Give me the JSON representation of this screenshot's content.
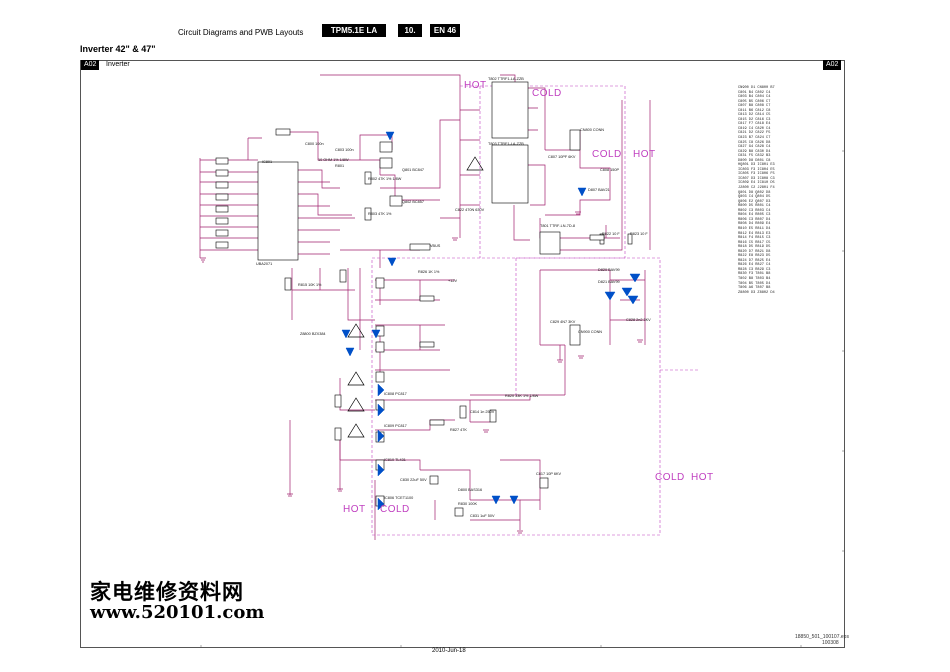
{
  "header": {
    "section": "Circuit Diagrams and PWB Layouts",
    "chassis": "TPM5.1E LA",
    "chapter": "10.",
    "language": "EN 46"
  },
  "subtitle": "Inverter 42\" & 47\"",
  "frame": {
    "tag_left": "A02",
    "title": "Inverter",
    "tag_right": "A02"
  },
  "zones": {
    "hot_top": "HOT",
    "cold_top": "COLD",
    "cold_mid": "COLD",
    "hot_mid": "HOT",
    "hot_bottom": "HOT",
    "cold_bottom": "COLD",
    "cold_right": "COLD",
    "hot_right": "HOT"
  },
  "watermark": {
    "chinese": "家电维修资料网",
    "url": "www.520101.com"
  },
  "footer": {
    "code": "18850_501_100107.eps",
    "number": "100308",
    "date": "2010-Jun-18"
  },
  "parts_list": [
    "CN900 D1  CN800 B7",
    "C801  B4  C802  C4",
    "C803  B4  C804  C4",
    "C805  B5  C806  C7",
    "C807  B8  C808  C7",
    "C811  B6  C812  C8",
    "C813  D2  C814  C5",
    "C815  D2  C816  C3",
    "C817  F7  C818  E4",
    "C819  C4  C820  C4",
    "C821  D2  C822  F5",
    "C823  B7  C824  C7",
    "C825  C8  C826  D8",
    "C827  G4  C828  C4",
    "C829  B8  C830  D4",
    "C831  F5  C832  B3",
    "D800  D8  D801  C8",
    "HQ801 D3  IC801 E3",
    "IC803 F3  IC804 E5",
    "IC805 F3  IC806 F5",
    "IC807 D3  IC808 C3",
    "IC809 E4  IC810 D5",
    "J2800 C2  J2801 F4",
    "Q801  D8  Q802  D8",
    "Q803  C4  Q804  D5",
    "Q806  E2  Q807  D3",
    "R800  D5  R801  C4",
    "R802  C3  R803  C4",
    "R804  E4  R805  C3",
    "R806  C3  R807  D4",
    "R808  D4  R809  E4",
    "R810  E5  R811  D4",
    "R812  E4  R813  E3",
    "R814  F4  R815  C3",
    "R816  C5  R817  C5",
    "R818  D5  R819  D5",
    "R820  D7  R821  D8",
    "R822  E8  R823  D5",
    "R824  D7  R825  E4",
    "R826  E4  R827  C4",
    "R828  C3  R829  C3",
    "R830  F3  T801  B8",
    "T802  B8  T803  B4",
    "T804  B5  T805  D4",
    "T806  A6  T807  B8",
    "Z8800 D3  Z8802 D4"
  ],
  "schematic_labels": [
    "T802 TTRF1-LA-ZZB",
    "T803 TTRF1-LA-ZZB",
    "IC801",
    "UBA2071",
    "C800 100n",
    "C803 100n",
    "10 OHM 1% 1/8W",
    "R801",
    "R802 47K 1% 1/8W",
    "Q801 BC847",
    "Q802 BC857",
    "R803 47K 1%",
    "C822 470N 630V",
    "CN800 CONN",
    "CN900 CONN",
    "C807 10PF 6KV",
    "D807 BAV21",
    "C808 150P",
    "T801 TTRF-LN-7D-8",
    "R822 10 F",
    "R823 10 F",
    "D820 BAV99",
    "D821 BAV99",
    "C828 2n2 3KV",
    "C829 4N7 3KV",
    "R815 10K 1%",
    "R826 1K 1%",
    "IC808 PC817",
    "IC809 PC817",
    "Z8800 BZX384",
    "IC810 TL431",
    "C830 22uF 50V",
    "C831 1uF 50V",
    "D800 BAS316",
    "R830 100K",
    "IC806 TCET1100",
    "R827 47K",
    "C817 10P 6KV",
    "R820 33K 1% 1/8W",
    "C814 1n 250V",
    "VBUS",
    "+12V"
  ]
}
